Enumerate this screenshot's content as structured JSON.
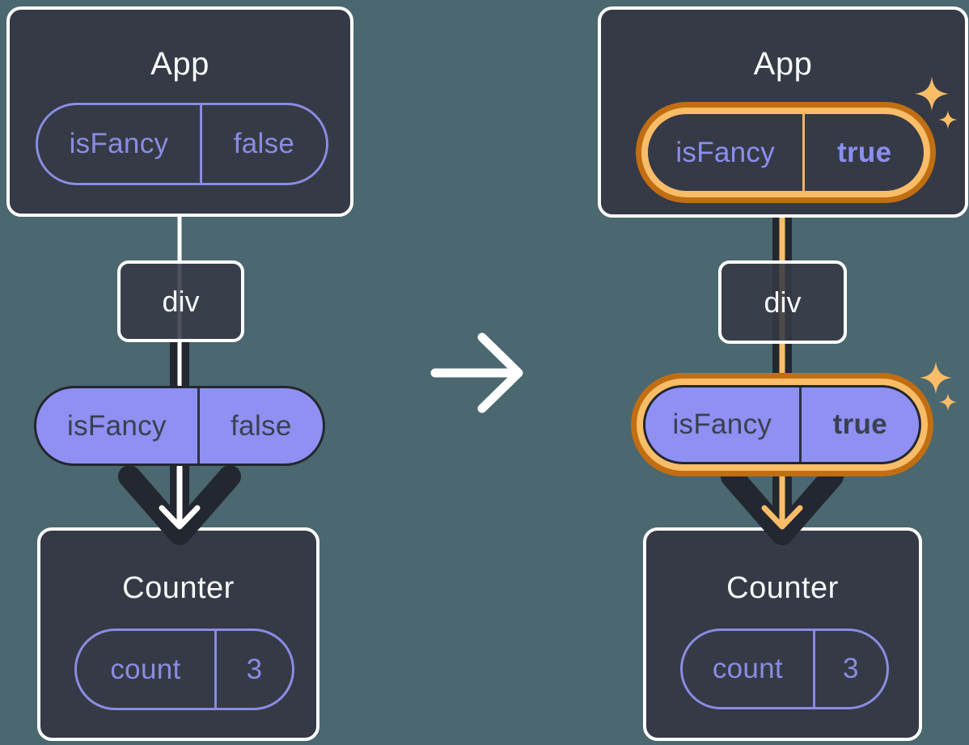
{
  "colors": {
    "background": "#4b6770",
    "card_background": "#353a46",
    "card_border": "#ffffff",
    "purple_outline": "#8a8ce2",
    "purple_fill": "#8f90f2",
    "purple_text_bold": "#8b8ff0",
    "dark_line": "#23272f",
    "dark_pill_text": "#3a4050",
    "orange_light": "#f9bd68",
    "orange_dark": "#c16e12",
    "title_text": "#f7f8f9"
  },
  "icons": {
    "transition": "arrow-right-icon",
    "flow_left": "white-down-arrow-icon",
    "flow_right": "orange-down-arrow-icon",
    "chevron": "down-chevron-icon",
    "highlight": "sparkle-icon"
  },
  "left_diagram": {
    "app_card": {
      "title": "App",
      "state_pill": {
        "name": "isFancy",
        "value": "false"
      }
    },
    "div_node": {
      "label": "div"
    },
    "prop_pill": {
      "name": "isFancy",
      "value": "false"
    },
    "counter_card": {
      "title": "Counter",
      "state_pill": {
        "name": "count",
        "value": "3"
      }
    }
  },
  "right_diagram": {
    "app_card": {
      "title": "App",
      "state_pill": {
        "name": "isFancy",
        "value": "true"
      }
    },
    "div_node": {
      "label": "div"
    },
    "prop_pill": {
      "name": "isFancy",
      "value": "true"
    },
    "counter_card": {
      "title": "Counter",
      "state_pill": {
        "name": "count",
        "value": "3"
      }
    }
  }
}
